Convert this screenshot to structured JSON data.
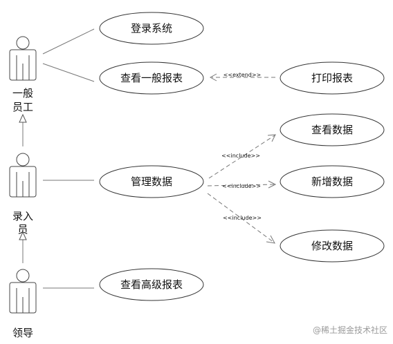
{
  "actors": [
    {
      "id": "employee",
      "label_line1": "一般",
      "label_line2": "员工"
    },
    {
      "id": "clerk",
      "label_line1": "录入",
      "label_line2": "员"
    },
    {
      "id": "leader",
      "label_line1": "领导"
    }
  ],
  "use_cases": {
    "login": "登录系统",
    "view_general_report": "查看一般报表",
    "print_report": "打印报表",
    "manage_data": "管理数据",
    "view_data": "查看数据",
    "add_data": "新增数据",
    "edit_data": "修改数据",
    "view_senior_report": "查看高级报表"
  },
  "stereotypes": {
    "extend": "<<extend>>",
    "include": "<<include>>"
  },
  "watermark": "@稀土掘金技术社区"
}
